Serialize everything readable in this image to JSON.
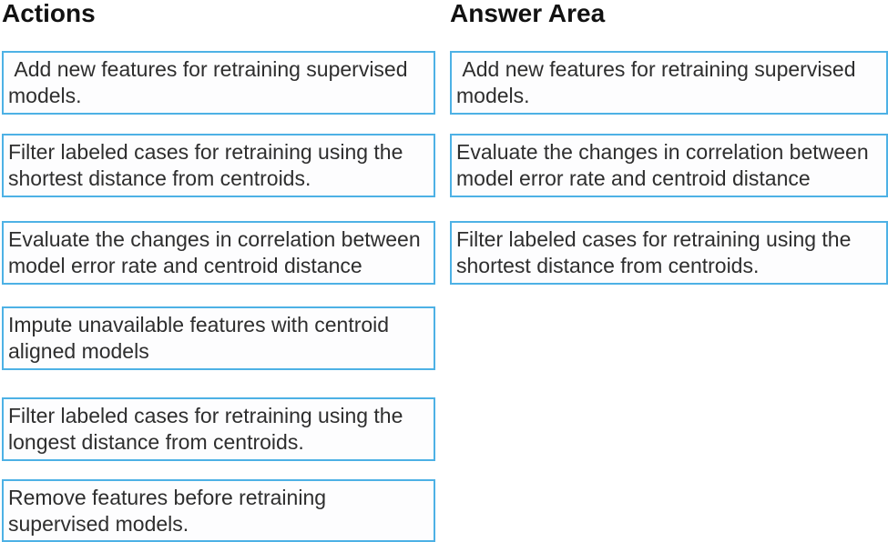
{
  "headings": {
    "actions": "Actions",
    "answer_area": "Answer Area"
  },
  "actions": {
    "items": [
      {
        "text": " Add new features for retraining supervised models."
      },
      {
        "text": "Filter labeled cases for retraining using the shortest distance from centroids."
      },
      {
        "text": "Evaluate the changes in correlation between model error rate and centroid distance"
      },
      {
        "text": "Impute unavailable features with centroid aligned models"
      },
      {
        "text": "Filter labeled cases for retraining using the longest distance from centroids."
      },
      {
        "text": "Remove features before retraining supervised models."
      }
    ]
  },
  "answer_area": {
    "items": [
      {
        "text": " Add new features for retraining supervised models."
      },
      {
        "text": "Evaluate the changes in correlation between model error rate and centroid distance"
      },
      {
        "text": "Filter labeled cases for retraining using the shortest distance from centroids."
      }
    ]
  },
  "colors": {
    "box_border": "#4db1e5",
    "box_background": "#fdfdfe",
    "body_text": "#2e2e2e",
    "heading_text": "#121212",
    "page_background": "#ffffff"
  }
}
